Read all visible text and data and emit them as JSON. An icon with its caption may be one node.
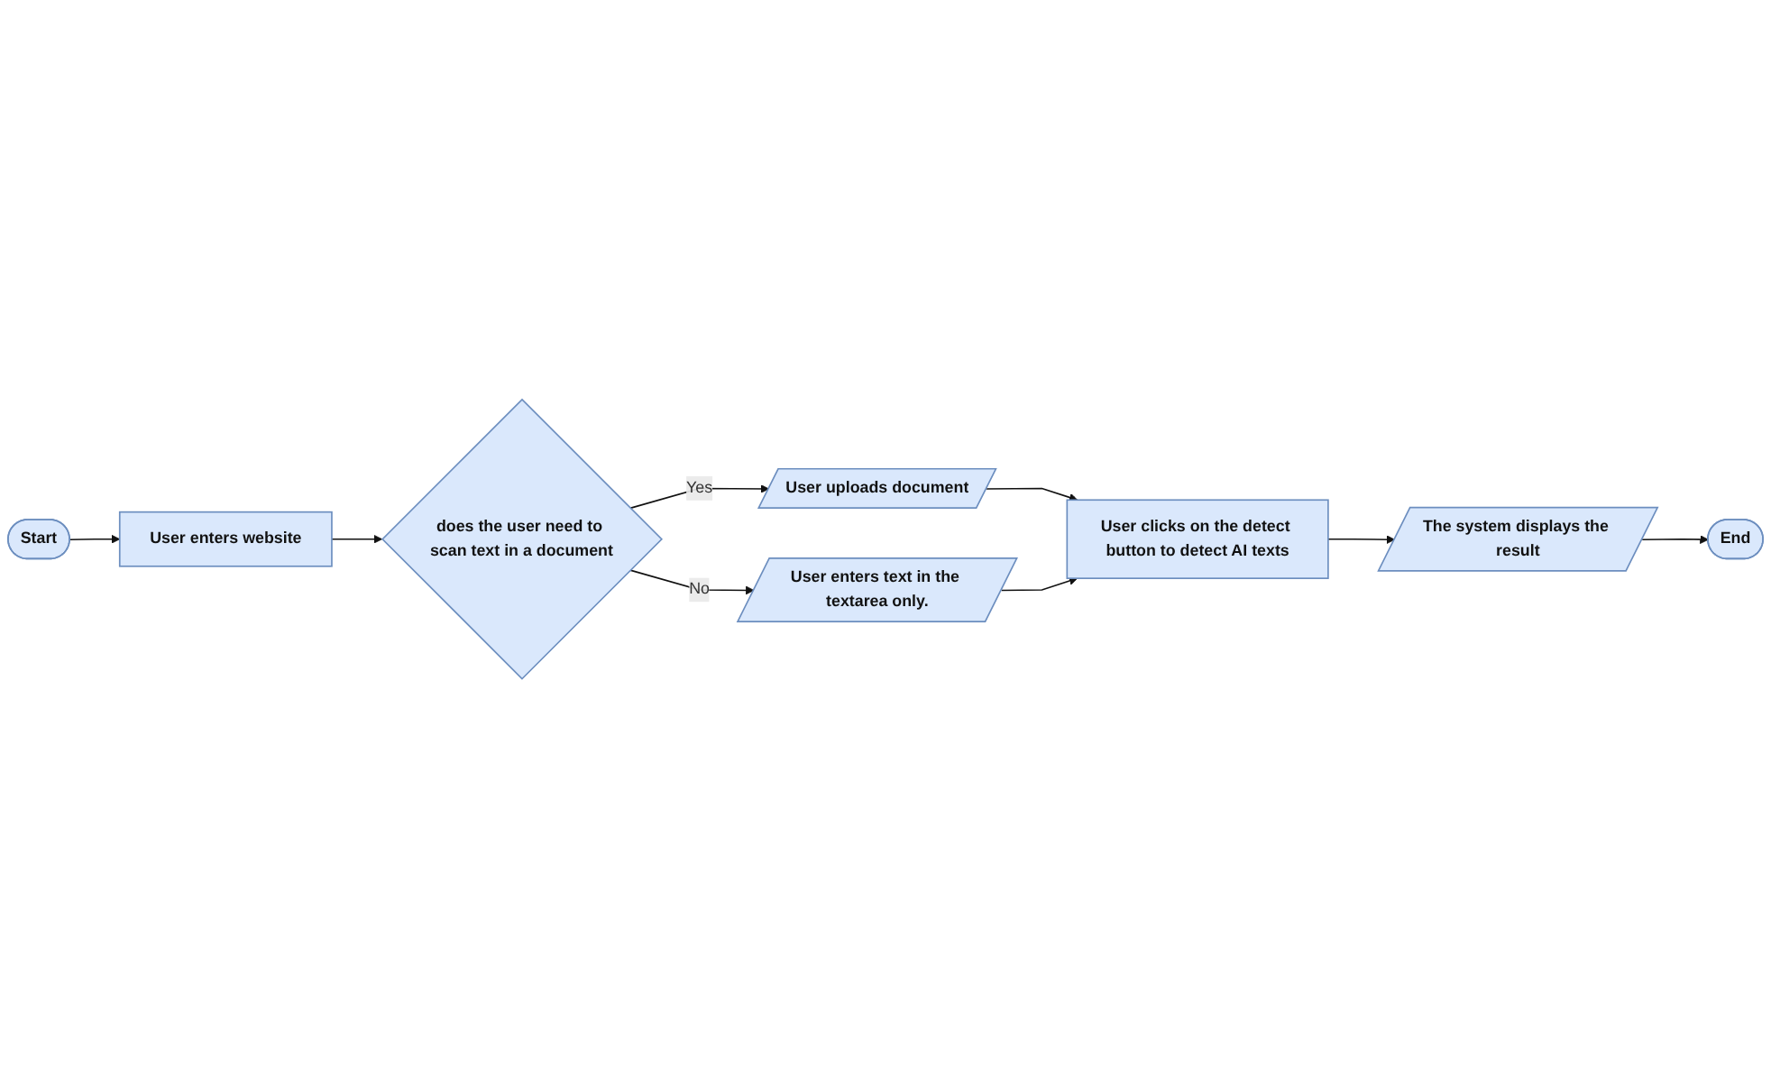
{
  "diagram": {
    "nodes": [
      {
        "text": [
          "Start"
        ]
      },
      {
        "text": [
          "User enters website"
        ]
      },
      {
        "text": [
          "does the user need to scan text in a document"
        ]
      },
      {
        "text": [
          "User uploads document"
        ]
      },
      {
        "text": [
          "User clicks on the detect button to detect AI texts"
        ]
      },
      {
        "text": [
          "The system displays the result"
        ]
      },
      {
        "text": [
          "User enters text in the textarea only."
        ]
      },
      {
        "text": [
          "End"
        ]
      }
    ],
    "edges": [
      {
        "from": 0,
        "to": 1,
        "arrow": "to"
      },
      {
        "from": 1,
        "to": 2,
        "arrow": "to"
      },
      {
        "from": 2,
        "to": 3,
        "arrow": "to",
        "label": "Yes"
      },
      {
        "from": 2,
        "to": 6,
        "arrow": "to",
        "label": "No"
      },
      {
        "from": 3,
        "to": 4,
        "arrow": "to"
      },
      {
        "from": 6,
        "to": 4,
        "arrow": "to"
      },
      {
        "from": 4,
        "to": 5,
        "arrow": "to"
      },
      {
        "from": 5,
        "to": 7,
        "arrow": "to"
      }
    ]
  }
}
